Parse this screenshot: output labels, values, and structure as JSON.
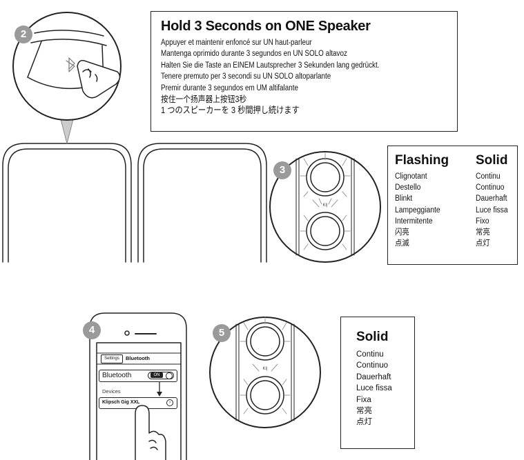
{
  "steps": {
    "step2": {
      "badge": "2"
    },
    "step3": {
      "badge": "3"
    },
    "step4": {
      "badge": "4"
    },
    "step5": {
      "badge": "5"
    }
  },
  "hold_box": {
    "title": "Hold 3 Seconds on ONE Speaker",
    "lines": [
      "Appuyer et maintenir enfoncé sur UN haut-parleur",
      "Mantenga oprimido durante 3 segundos en UN SOLO altavoz",
      "Halten Sie die Taste an EINEM Lautsprecher 3 Sekunden lang gedrückt.",
      "Tenere premuto per 3 secondi su UN SOLO altoparlante",
      "Premir durante 3 segundos em UM altifalante",
      "按住一个扬声器上按钮3秒",
      "1 つのスピーカーを 3 秒間押し続けます"
    ]
  },
  "status_table": {
    "left_header": "Flashing",
    "right_header": "Solid",
    "left_items": [
      "Clignotant",
      "Destello",
      "Blinkt",
      "Lampeggiante",
      "Intermitente",
      "闪亮",
      "点滅"
    ],
    "right_items": [
      "Continu",
      "Continuo",
      "Dauerhaft",
      "Luce fissa",
      "Fixo",
      "常亮",
      "点灯"
    ]
  },
  "solid_box": {
    "title": "Solid",
    "items": [
      "Continu",
      "Continuo",
      "Dauerhaft",
      "Luce fissa",
      "Fixa",
      "常亮",
      "点灯"
    ]
  },
  "phone": {
    "back_button": "Settings",
    "screen_title": "Bluetooth",
    "bluetooth_label": "Bluetooth",
    "toggle_label": "ON",
    "devices_label": "Devices",
    "device_name": "Klipsch Gig XXL"
  }
}
